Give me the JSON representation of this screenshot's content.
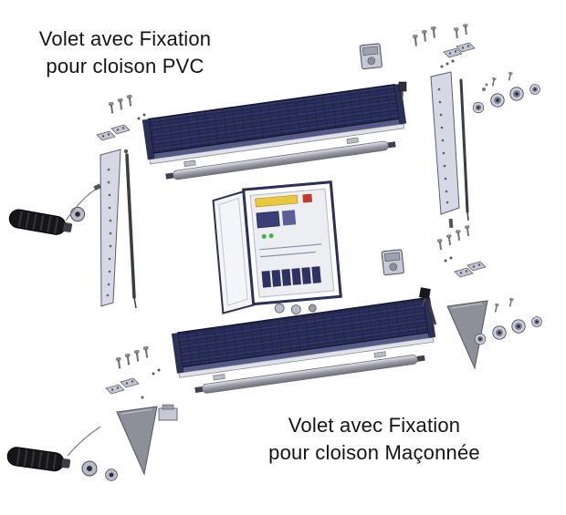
{
  "captions": {
    "pvc": {
      "line1": "Volet avec Fixation",
      "line2": "pour cloison PVC"
    },
    "masonry": {
      "line1": "Volet avec Fixation",
      "line2": "pour cloison Maçonnée"
    }
  },
  "colors": {
    "background": "#ffffff",
    "text": "#141414",
    "panel_navy": "#262a52",
    "panel_grid": "#3a3f78",
    "aluminium_rail": "#dfe1e8",
    "plate_lavender": "#d6d8e6",
    "bracket_gray": "#8d8f99",
    "handle_black": "#15151a",
    "control_box_navy": "#2c2f56",
    "breaker_yellow": "#e8c93e",
    "indicator_green": "#3bb54a",
    "indicator_red": "#c23a2e"
  }
}
